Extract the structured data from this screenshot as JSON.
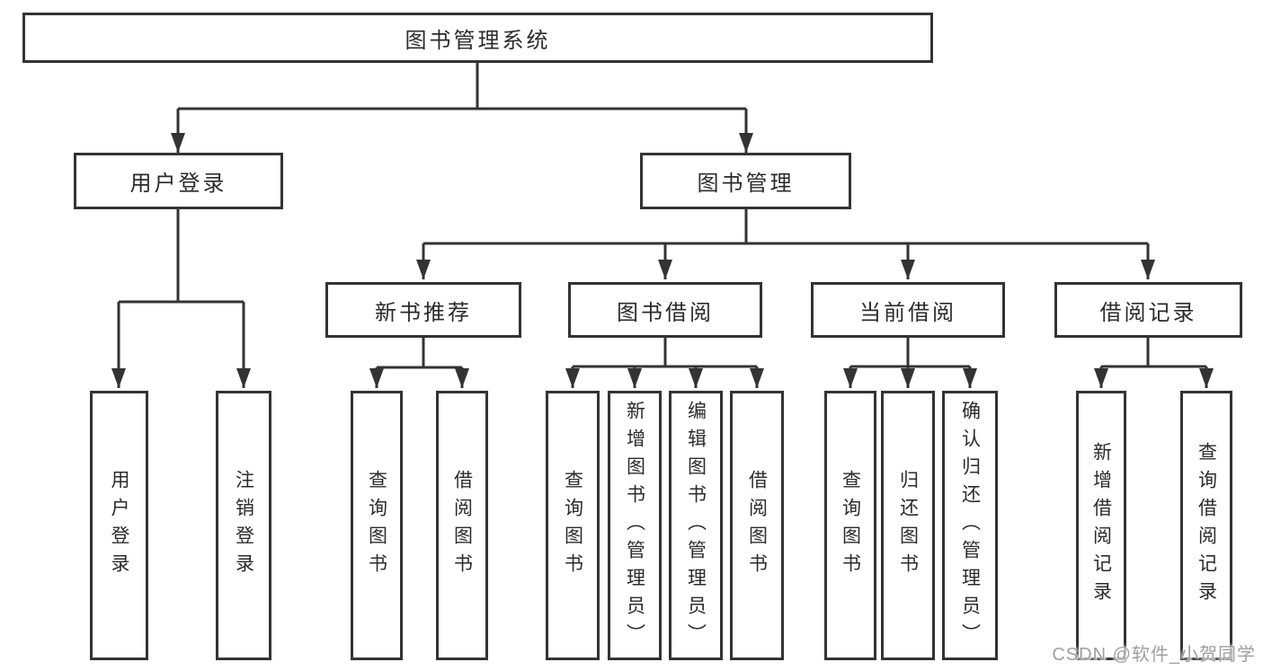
{
  "diagram": {
    "root": {
      "label": "图书管理系统"
    },
    "level2": [
      {
        "label": "用户登录"
      },
      {
        "label": "图书管理"
      }
    ],
    "level3": [
      {
        "label": "新书推荐"
      },
      {
        "label": "图书借阅"
      },
      {
        "label": "当前借阅"
      },
      {
        "label": "借阅记录"
      }
    ],
    "leaves": {
      "user_login": [
        {
          "label": "用户登录"
        },
        {
          "label": "注销登录"
        }
      ],
      "new_books": [
        {
          "label": "查询图书"
        },
        {
          "label": "借阅图书"
        }
      ],
      "borrow": [
        {
          "label": "查询图书"
        },
        {
          "label": "新增图书（管理员）"
        },
        {
          "label": "编辑图书（管理员）"
        },
        {
          "label": "借阅图书"
        }
      ],
      "current": [
        {
          "label": "查询图书"
        },
        {
          "label": "归还图书"
        },
        {
          "label": "确认归还（管理员）"
        }
      ],
      "records": [
        {
          "label": "新增借阅记录"
        },
        {
          "label": "查询借阅记录"
        }
      ]
    }
  },
  "colors": {
    "line": "#333333",
    "box_border": "#333333",
    "text": "#2b2b2b",
    "background": "#ffffff",
    "watermark": "#9f9f9f"
  },
  "watermark": {
    "text": "CSDN @软件_小贺同学"
  }
}
